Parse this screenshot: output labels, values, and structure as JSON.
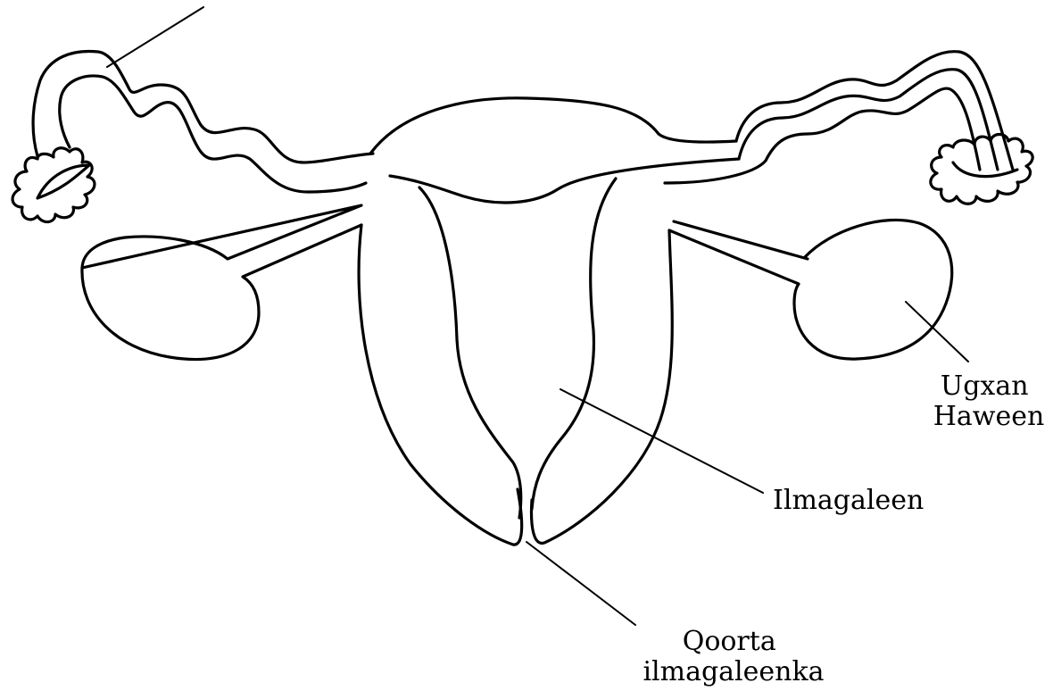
{
  "labels": {
    "ovary": [
      "Ugxan",
      "Haween"
    ],
    "uterus": "Ilmagaleen",
    "cervix": [
      "Qoorta",
      "ilmagaleenka"
    ]
  }
}
